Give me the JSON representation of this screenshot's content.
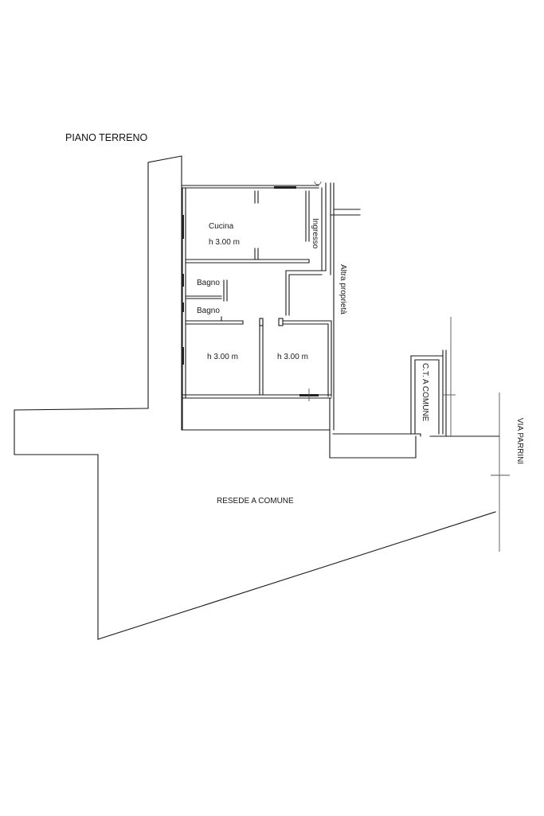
{
  "plan": {
    "title": "PIANO TERRENO",
    "rooms": {
      "kitchen": {
        "name": "Cucina",
        "height": "h 3.00 m"
      },
      "entrance": {
        "name": "Ingresso"
      },
      "bath_1": {
        "name": "Bagno"
      },
      "bath_2": {
        "name": "Bagno"
      },
      "room_left": {
        "height": "h 3.00 m"
      },
      "room_right": {
        "height": "h 3.00 m"
      }
    },
    "labels": {
      "other_property": "Altra proprietà",
      "boiler_room": "C.T. A COMUNE",
      "street": "VIA PARRINI",
      "shared_yard": "RESEDE A COMUNE"
    }
  }
}
